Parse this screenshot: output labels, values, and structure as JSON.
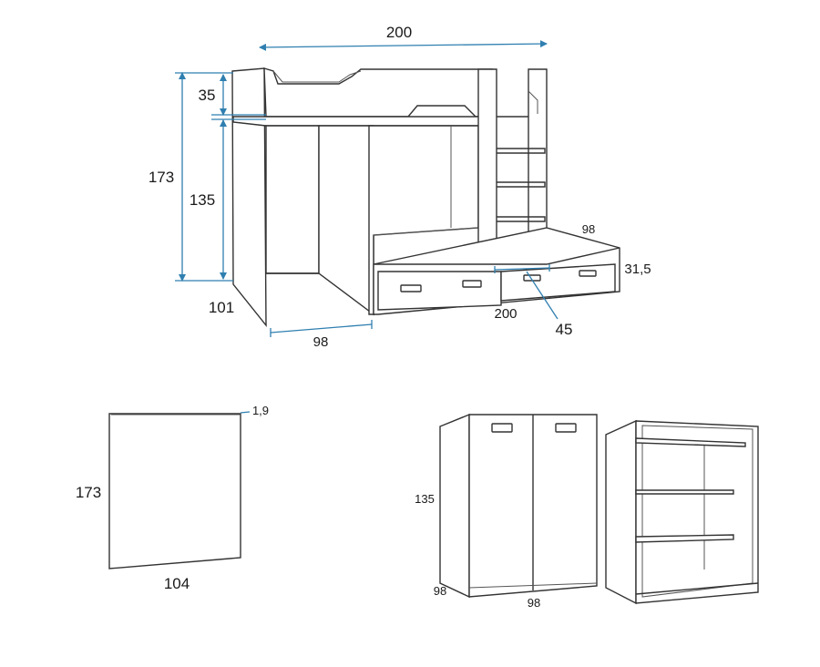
{
  "bunk_bed": {
    "total_width": "200",
    "rail_height": "35",
    "total_height": "173",
    "upper_height": "135",
    "side_depth": "101",
    "desk_width": "98",
    "drawer_depth": "98",
    "drawer_height": "31,5",
    "drawer_width": "200",
    "step_width": "45"
  },
  "side_panel": {
    "thickness": "1,9",
    "height": "173",
    "width": "104"
  },
  "wardrobe": {
    "height": "135",
    "depth": "98",
    "width": "98"
  },
  "colors": {
    "dimension_line": "#2f7fb0",
    "outline": "#333333"
  }
}
